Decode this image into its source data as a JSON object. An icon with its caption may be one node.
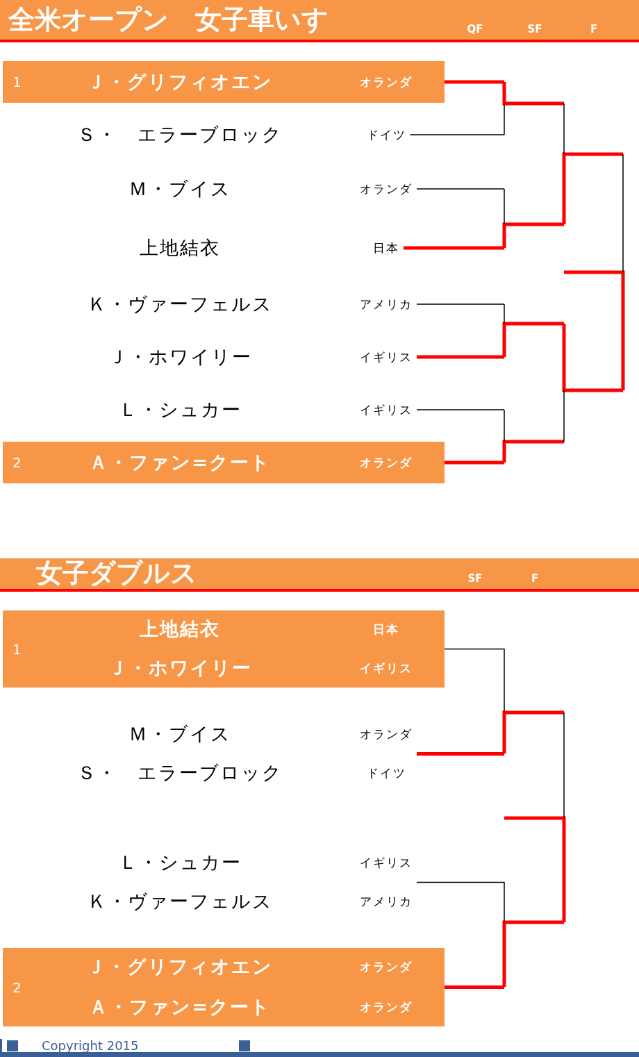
{
  "diagram": {
    "nodes": [
      {
        "text": [
          "全米オープン　女子車いす",
          "QF",
          "SF",
          "F"
        ]
      },
      {
        "text": [
          "1",
          "Ｊ・グリフィオエン",
          "オランダ"
        ]
      },
      {
        "text": [
          "Ｓ・　エラーブロック",
          "ドイツ"
        ]
      },
      {
        "text": [
          "Ｍ・ブイス",
          "オランダ"
        ]
      },
      {
        "text": [
          "上地結衣",
          "日本"
        ]
      },
      {
        "text": [
          "Ｋ・ヴァーフェルス",
          "アメリカ"
        ]
      },
      {
        "text": [
          "Ｊ・ホワイリー",
          "イギリス"
        ]
      },
      {
        "text": [
          "Ｌ・シュカー",
          "イギリス"
        ]
      },
      {
        "text": [
          "2",
          "Ａ・ファン=クート",
          "オランダ"
        ]
      },
      {
        "text": [
          "女子ダブルス",
          "SF",
          "F"
        ]
      },
      {
        "text": [
          "1",
          "上地結衣",
          "日本",
          "Ｊ・ホワイリー",
          "イギリス"
        ]
      },
      {
        "text": [
          "Ｍ・ブイス",
          "オランダ",
          "Ｓ・　エラーブロック",
          "ドイツ"
        ]
      },
      {
        "text": [
          "Ｌ・シュカー",
          "イギリス",
          "Ｋ・ヴァーフェルス",
          "アメリカ"
        ]
      },
      {
        "text": [
          "2",
          "Ｊ・グリフィオエン",
          "オランダ",
          "Ａ・ファン=クート",
          "オランダ"
        ]
      }
    ],
    "edges": [
      {
        "from": 1,
        "to": null,
        "arrow": "none",
        "style": "thick",
        "color": "#ff0000"
      },
      {
        "from": 2,
        "to": null,
        "arrow": "none",
        "color": "#000000"
      },
      {
        "from": 3,
        "to": null,
        "arrow": "none",
        "color": "#000000"
      },
      {
        "from": 4,
        "to": null,
        "arrow": "none",
        "style": "thick",
        "color": "#ff0000"
      },
      {
        "from": 5,
        "to": null,
        "arrow": "none",
        "color": "#000000"
      },
      {
        "from": 6,
        "to": null,
        "arrow": "none",
        "style": "thick",
        "color": "#ff0000"
      },
      {
        "from": 7,
        "to": null,
        "arrow": "none",
        "color": "#000000"
      },
      {
        "from": 8,
        "to": null,
        "arrow": "none",
        "style": "thick",
        "color": "#ff0000"
      },
      {
        "from": 10,
        "to": null,
        "arrow": "none",
        "color": "#000000"
      },
      {
        "from": 11,
        "to": null,
        "arrow": "none",
        "style": "thick",
        "color": "#ff0000"
      },
      {
        "from": 12,
        "to": null,
        "arrow": "none",
        "color": "#000000"
      },
      {
        "from": 13,
        "to": null,
        "arrow": "none",
        "style": "thick",
        "color": "#ff0000"
      }
    ],
    "labels": [
      "Copyright 2015"
    ]
  }
}
